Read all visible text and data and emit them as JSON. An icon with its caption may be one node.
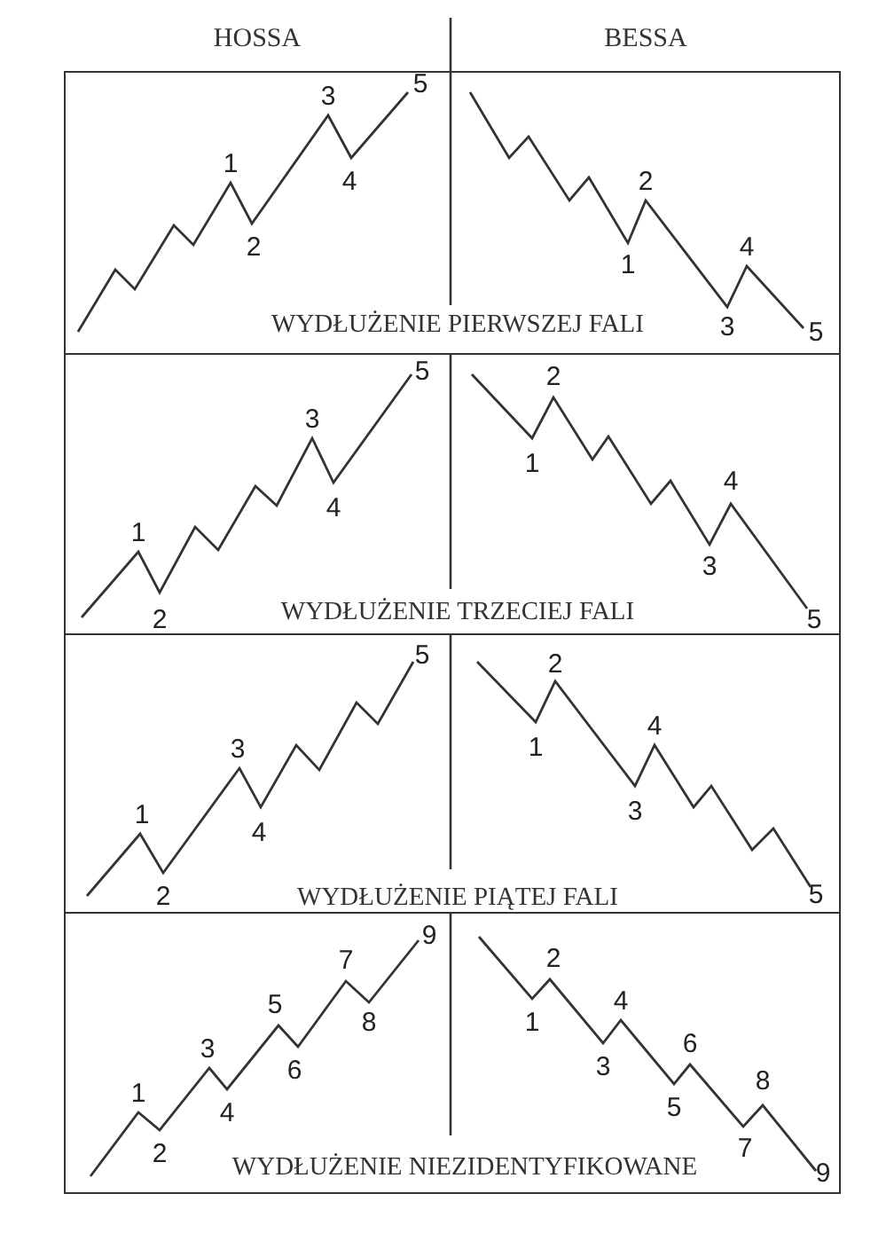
{
  "diagram": {
    "nodes": [
      {
        "text": [
          "WYDŁUŻENIE PIERWSZEJ FALI"
        ]
      },
      {
        "text": [
          "WYDŁUŻENIE TRZECIEJ FALI"
        ]
      },
      {
        "text": [
          "WYDŁUŻENIE PIĄTEJ FALI"
        ]
      },
      {
        "text": [
          "WYDŁUŻENIE NIEZIDENTYFIKOWANE"
        ]
      }
    ],
    "labels": [
      "HOSSA",
      "BESSA",
      "1",
      "2",
      "3",
      "4",
      "5",
      "1",
      "2",
      "3",
      "4",
      "5",
      "1",
      "2",
      "3",
      "4",
      "5",
      "1",
      "2",
      "3",
      "4",
      "5",
      "1",
      "2",
      "3",
      "4",
      "5",
      "1",
      "2",
      "3",
      "4",
      "5",
      "1",
      "2",
      "3",
      "4",
      "5",
      "6",
      "7",
      "8",
      "9",
      "1",
      "2",
      "3",
      "4",
      "5",
      "6",
      "7",
      "8",
      "9"
    ]
  }
}
